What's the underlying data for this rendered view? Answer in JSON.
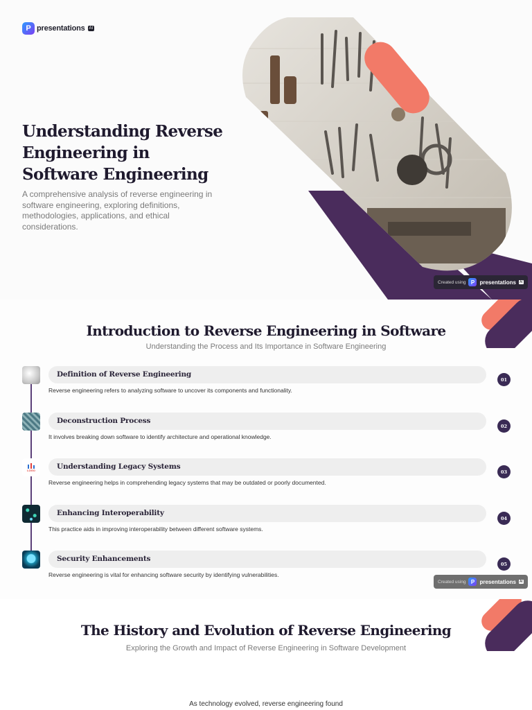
{
  "brand": {
    "name": "presentations",
    "ai_tag": "AI",
    "mark": "P"
  },
  "badge": {
    "created_using": "Created using",
    "name": "presentations",
    "ai_tag": "AI",
    "mark": "P"
  },
  "colors": {
    "purple": "#4a2c5c",
    "coral": "#f27a68",
    "dark": "#1f1a2e"
  },
  "slide1": {
    "title": "Understanding Reverse Engineering in Software Engineering",
    "subtitle": "A comprehensive analysis of reverse engineering in software engineering, exploring definitions, methodologies, applications, and ethical considerations.",
    "hero_image": "workshop-tools-photo"
  },
  "slide2": {
    "title": "Introduction to Reverse Engineering in Software",
    "subtitle": "Understanding the Process and Its Importance in Software Engineering",
    "items": [
      {
        "number": "01",
        "heading": "Definition of Reverse Engineering",
        "description": "Reverse engineering refers to analyzing software to uncover its components and functionality.",
        "icon": "abstract-image-icon"
      },
      {
        "number": "02",
        "heading": "Deconstruction Process",
        "description": "It involves breaking down software to identify architecture and operational knowledge.",
        "icon": "building-image-icon"
      },
      {
        "number": "03",
        "heading": "Understanding Legacy Systems",
        "description": "Reverse engineering helps in comprehending legacy systems that may be outdated or poorly documented.",
        "icon": "logo-image-icon",
        "icon_text": "LOGO"
      },
      {
        "number": "04",
        "heading": "Enhancing Interoperability",
        "description": "This practice aids in improving interoperability between different software systems.",
        "icon": "network-image-icon"
      },
      {
        "number": "05",
        "heading": "Security Enhancements",
        "description": "Reverse engineering is vital for enhancing software security by identifying vulnerabilities.",
        "icon": "security-image-icon"
      }
    ]
  },
  "slide3": {
    "title": "The History and Evolution of Reverse Engineering",
    "subtitle": "Exploring the Growth and Impact of Reverse Engineering in Software Development",
    "body": "As technology evolved, reverse engineering found"
  }
}
